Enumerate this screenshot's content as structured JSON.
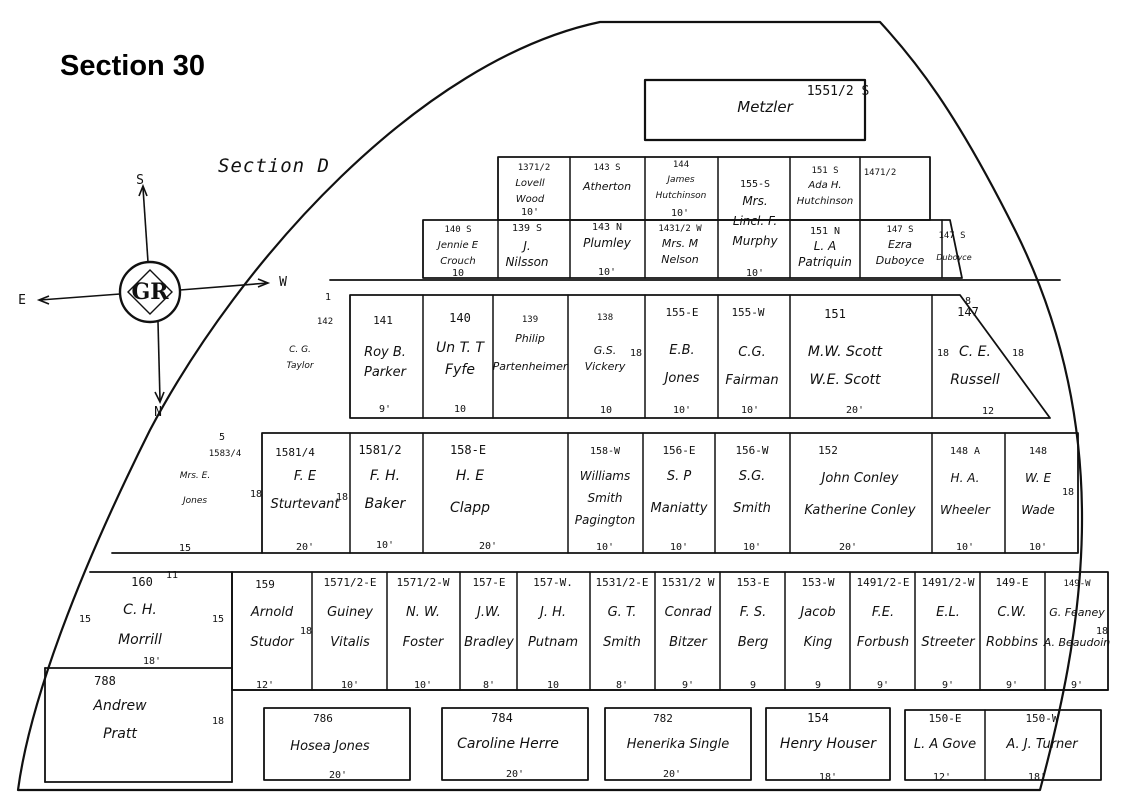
{
  "title": "Section 30",
  "section_label": "Section  D",
  "compass": {
    "monogram": "GR",
    "north": "N",
    "south": "S",
    "east": "E",
    "west": "W"
  },
  "lots": [
    {
      "id": "1551/2 S",
      "names": [
        "Metzler"
      ]
    },
    {
      "id": "1371/2",
      "names": [
        "Lovell",
        "Wood"
      ],
      "width": "10'"
    },
    {
      "id": "143 S",
      "names": [
        "Atherton"
      ]
    },
    {
      "id": "144",
      "names": [
        "James",
        "Hutchinson"
      ],
      "width": "10'"
    },
    {
      "id": "155-S",
      "names": [
        "Mrs.",
        "Lincl. F.",
        "Murphy"
      ],
      "width": "10'"
    },
    {
      "id": "151 S",
      "names": [
        "Ada H.",
        "Hutchinson"
      ]
    },
    {
      "id": "1471/2",
      "names": []
    },
    {
      "id": "140 S",
      "names": [
        "Jennie E",
        "Crouch"
      ],
      "width": "10"
    },
    {
      "id": "139 S",
      "names": [
        "J.",
        "Nilsson"
      ]
    },
    {
      "id": "143 N",
      "names": [
        "Plumley"
      ],
      "width": "10'"
    },
    {
      "id": "1431/2 W",
      "names": [
        "Mrs. M",
        "Nelson"
      ]
    },
    {
      "id": "151 N",
      "names": [
        "L. A",
        "Patriquin"
      ]
    },
    {
      "id": "147 S",
      "names": [
        "Ezra",
        "Duboyce"
      ]
    },
    {
      "id": "147 S",
      "names": [
        "Duboyce"
      ]
    },
    {
      "id": "142",
      "names": [
        "C. G.",
        "Taylor"
      ],
      "dims": [
        "1"
      ]
    },
    {
      "id": "141",
      "names": [
        "Roy B.",
        "Parker"
      ],
      "width": "9'"
    },
    {
      "id": "140",
      "names": [
        "Un T. T",
        "Fyfe"
      ],
      "width": "10"
    },
    {
      "id": "139",
      "names": [
        "Philip",
        "Partenheimer"
      ]
    },
    {
      "id": "138",
      "names": [
        "G.S.",
        "Vickery"
      ],
      "width": "10",
      "dims": [
        "18"
      ]
    },
    {
      "id": "155-E",
      "names": [
        "E.B.",
        "Jones"
      ],
      "width": "10'"
    },
    {
      "id": "155-W",
      "names": [
        "C.G.",
        "Fairman"
      ],
      "width": "10'"
    },
    {
      "id": "151",
      "names": [
        "M.W. Scott",
        "W.E. Scott"
      ],
      "width": "20'"
    },
    {
      "id": "147",
      "names": [
        "C. E.",
        "Russell"
      ],
      "width": "12",
      "dims": [
        "8",
        "18",
        "18"
      ]
    },
    {
      "id": "1583/4",
      "names": [
        "Mrs. E.",
        "Jones"
      ],
      "width": "15",
      "dims": [
        "5"
      ]
    },
    {
      "id": "1581/4",
      "names": [
        "F. E",
        "Sturtevant"
      ],
      "width": "20'",
      "dims": [
        "18",
        "18"
      ]
    },
    {
      "id": "1581/2",
      "names": [
        "F. H.",
        "Baker"
      ],
      "width": "10'"
    },
    {
      "id": "158-E",
      "names": [
        "H. E",
        "Clapp"
      ],
      "width": "20'"
    },
    {
      "id": "158-W",
      "names": [
        "Williams",
        "Smith",
        "Pagington"
      ],
      "width": "10'"
    },
    {
      "id": "156-E",
      "names": [
        "S. P",
        "Maniatty"
      ],
      "width": "10'"
    },
    {
      "id": "156-W",
      "names": [
        "S.G.",
        "Smith"
      ],
      "width": "10'"
    },
    {
      "id": "152",
      "names": [
        "John Conley",
        "Katherine Conley"
      ],
      "width": "20'"
    },
    {
      "id": "148 A",
      "names": [
        "H. A.",
        "Wheeler"
      ],
      "width": "10'"
    },
    {
      "id": "148",
      "names": [
        "W. E",
        "Wade"
      ],
      "width": "10'",
      "dims": [
        "18"
      ]
    },
    {
      "id": "160",
      "names": [
        "C. H.",
        "Morrill"
      ],
      "width": "18'",
      "dims": [
        "11",
        "15",
        "15"
      ]
    },
    {
      "id": "159",
      "names": [
        "Arnold",
        "Studor"
      ],
      "width": "12'",
      "dims": [
        "18"
      ]
    },
    {
      "id": "1571/2-E",
      "names": [
        "Guiney",
        "Vitalis"
      ],
      "width": "10'"
    },
    {
      "id": "1571/2-W",
      "names": [
        "N. W.",
        "Foster"
      ],
      "width": "10'"
    },
    {
      "id": "157-E",
      "names": [
        "J.W.",
        "Bradley"
      ],
      "width": "8'"
    },
    {
      "id": "157-W.",
      "names": [
        "J. H.",
        "Putnam"
      ],
      "width": "10"
    },
    {
      "id": "1531/2-E",
      "names": [
        "G. T.",
        "Smith"
      ],
      "width": "8'"
    },
    {
      "id": "1531/2 W",
      "names": [
        "Conrad",
        "Bitzer"
      ],
      "width": "9'"
    },
    {
      "id": "153-E",
      "names": [
        "F. S.",
        "Berg"
      ],
      "width": "9"
    },
    {
      "id": "153-W",
      "names": [
        "Jacob",
        "King"
      ],
      "width": "9"
    },
    {
      "id": "1491/2-E",
      "names": [
        "F.E.",
        "Forbush"
      ],
      "width": "9'"
    },
    {
      "id": "1491/2-W",
      "names": [
        "E.L.",
        "Streeter"
      ],
      "width": "9'"
    },
    {
      "id": "149-E",
      "names": [
        "C.W.",
        "Robbins"
      ],
      "width": "9'"
    },
    {
      "id": "149-W",
      "names": [
        "G. Feaney",
        "A. Beaudoin"
      ],
      "width": "9'",
      "dims": [
        "18"
      ]
    },
    {
      "id": "788",
      "names": [
        "Andrew",
        "Pratt"
      ],
      "dims": [
        "18"
      ]
    },
    {
      "id": "786",
      "names": [
        "Hosea Jones"
      ],
      "width": "20'"
    },
    {
      "id": "784",
      "names": [
        "Caroline Herre"
      ],
      "width": "20'"
    },
    {
      "id": "782",
      "names": [
        "Henerika Single"
      ],
      "width": "20'"
    },
    {
      "id": "154",
      "names": [
        "Henry Houser"
      ],
      "width": "18'"
    },
    {
      "id": "150-E",
      "names": [
        "L. A Gove"
      ],
      "width": "12'"
    },
    {
      "id": "150-W",
      "names": [
        "A. J. Turner"
      ],
      "width": "18'"
    }
  ]
}
